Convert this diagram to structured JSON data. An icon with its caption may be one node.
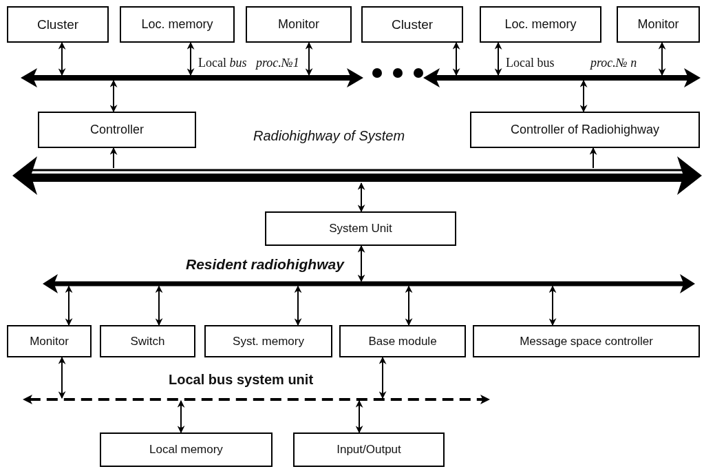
{
  "diagram": {
    "nodes": [
      {
        "text": [
          "Cluster"
        ]
      },
      {
        "text": [
          "Loc. memory"
        ]
      },
      {
        "text": [
          "Monitor"
        ]
      },
      {
        "text": [
          "Cluster"
        ]
      },
      {
        "text": [
          "Loc. memory"
        ]
      },
      {
        "text": [
          "Monitor"
        ]
      },
      {
        "text": [],
        "shape": "bar",
        "beside": [
          "Local *bus*",
          "proc.№1"
        ]
      },
      {
        "text": [],
        "shape": "bar",
        "beside": [
          "Local bus",
          "proc.№ n"
        ]
      },
      {
        "text": [
          "Controller"
        ]
      },
      {
        "text": [
          "Controller of Radiohighway"
        ]
      },
      {
        "text": [],
        "shape": "bar",
        "beside": [
          "Radiohighway of System"
        ]
      },
      {
        "text": [
          "System Unit"
        ]
      },
      {
        "text": [],
        "shape": "bar",
        "beside": [
          "Resident radiohighway"
        ]
      },
      {
        "text": [
          "Monitor"
        ]
      },
      {
        "text": [
          "Switch"
        ]
      },
      {
        "text": [
          "Syst. memory"
        ]
      },
      {
        "text": [
          "Base module"
        ]
      },
      {
        "text": [
          "Message space controller"
        ]
      },
      {
        "text": [],
        "shape": "bar",
        "beside": [
          "Local bus system unit"
        ]
      },
      {
        "text": [
          "Local memory"
        ]
      },
      {
        "text": [
          "Input/Output"
        ]
      }
    ],
    "edges": [
      {
        "from": 0,
        "to": 6,
        "arrow": "both"
      },
      {
        "from": 1,
        "to": 6,
        "arrow": "both"
      },
      {
        "from": 2,
        "to": 6,
        "arrow": "both"
      },
      {
        "from": 6,
        "to": 8,
        "arrow": "both"
      },
      {
        "from": 3,
        "to": 7,
        "arrow": "both"
      },
      {
        "from": 4,
        "to": 7,
        "arrow": "both"
      },
      {
        "from": 5,
        "to": 7,
        "arrow": "both"
      },
      {
        "from": 7,
        "to": 9,
        "arrow": "both"
      },
      {
        "from": 10,
        "to": 8,
        "arrow": "to"
      },
      {
        "from": 10,
        "to": 9,
        "arrow": "to"
      },
      {
        "from": 10,
        "to": 11,
        "arrow": "both"
      },
      {
        "from": 11,
        "to": 12,
        "arrow": "both"
      },
      {
        "from": 12,
        "to": 13,
        "arrow": "both"
      },
      {
        "from": 12,
        "to": 14,
        "arrow": "both"
      },
      {
        "from": 12,
        "to": 15,
        "arrow": "both"
      },
      {
        "from": 12,
        "to": 16,
        "arrow": "both"
      },
      {
        "from": 12,
        "to": 17,
        "arrow": "both"
      },
      {
        "from": 13,
        "to": 18,
        "arrow": "both"
      },
      {
        "from": 16,
        "to": 18,
        "arrow": "both"
      },
      {
        "from": 18,
        "to": 19,
        "arrow": "both"
      },
      {
        "from": 18,
        "to": 20,
        "arrow": "both"
      }
    ]
  }
}
